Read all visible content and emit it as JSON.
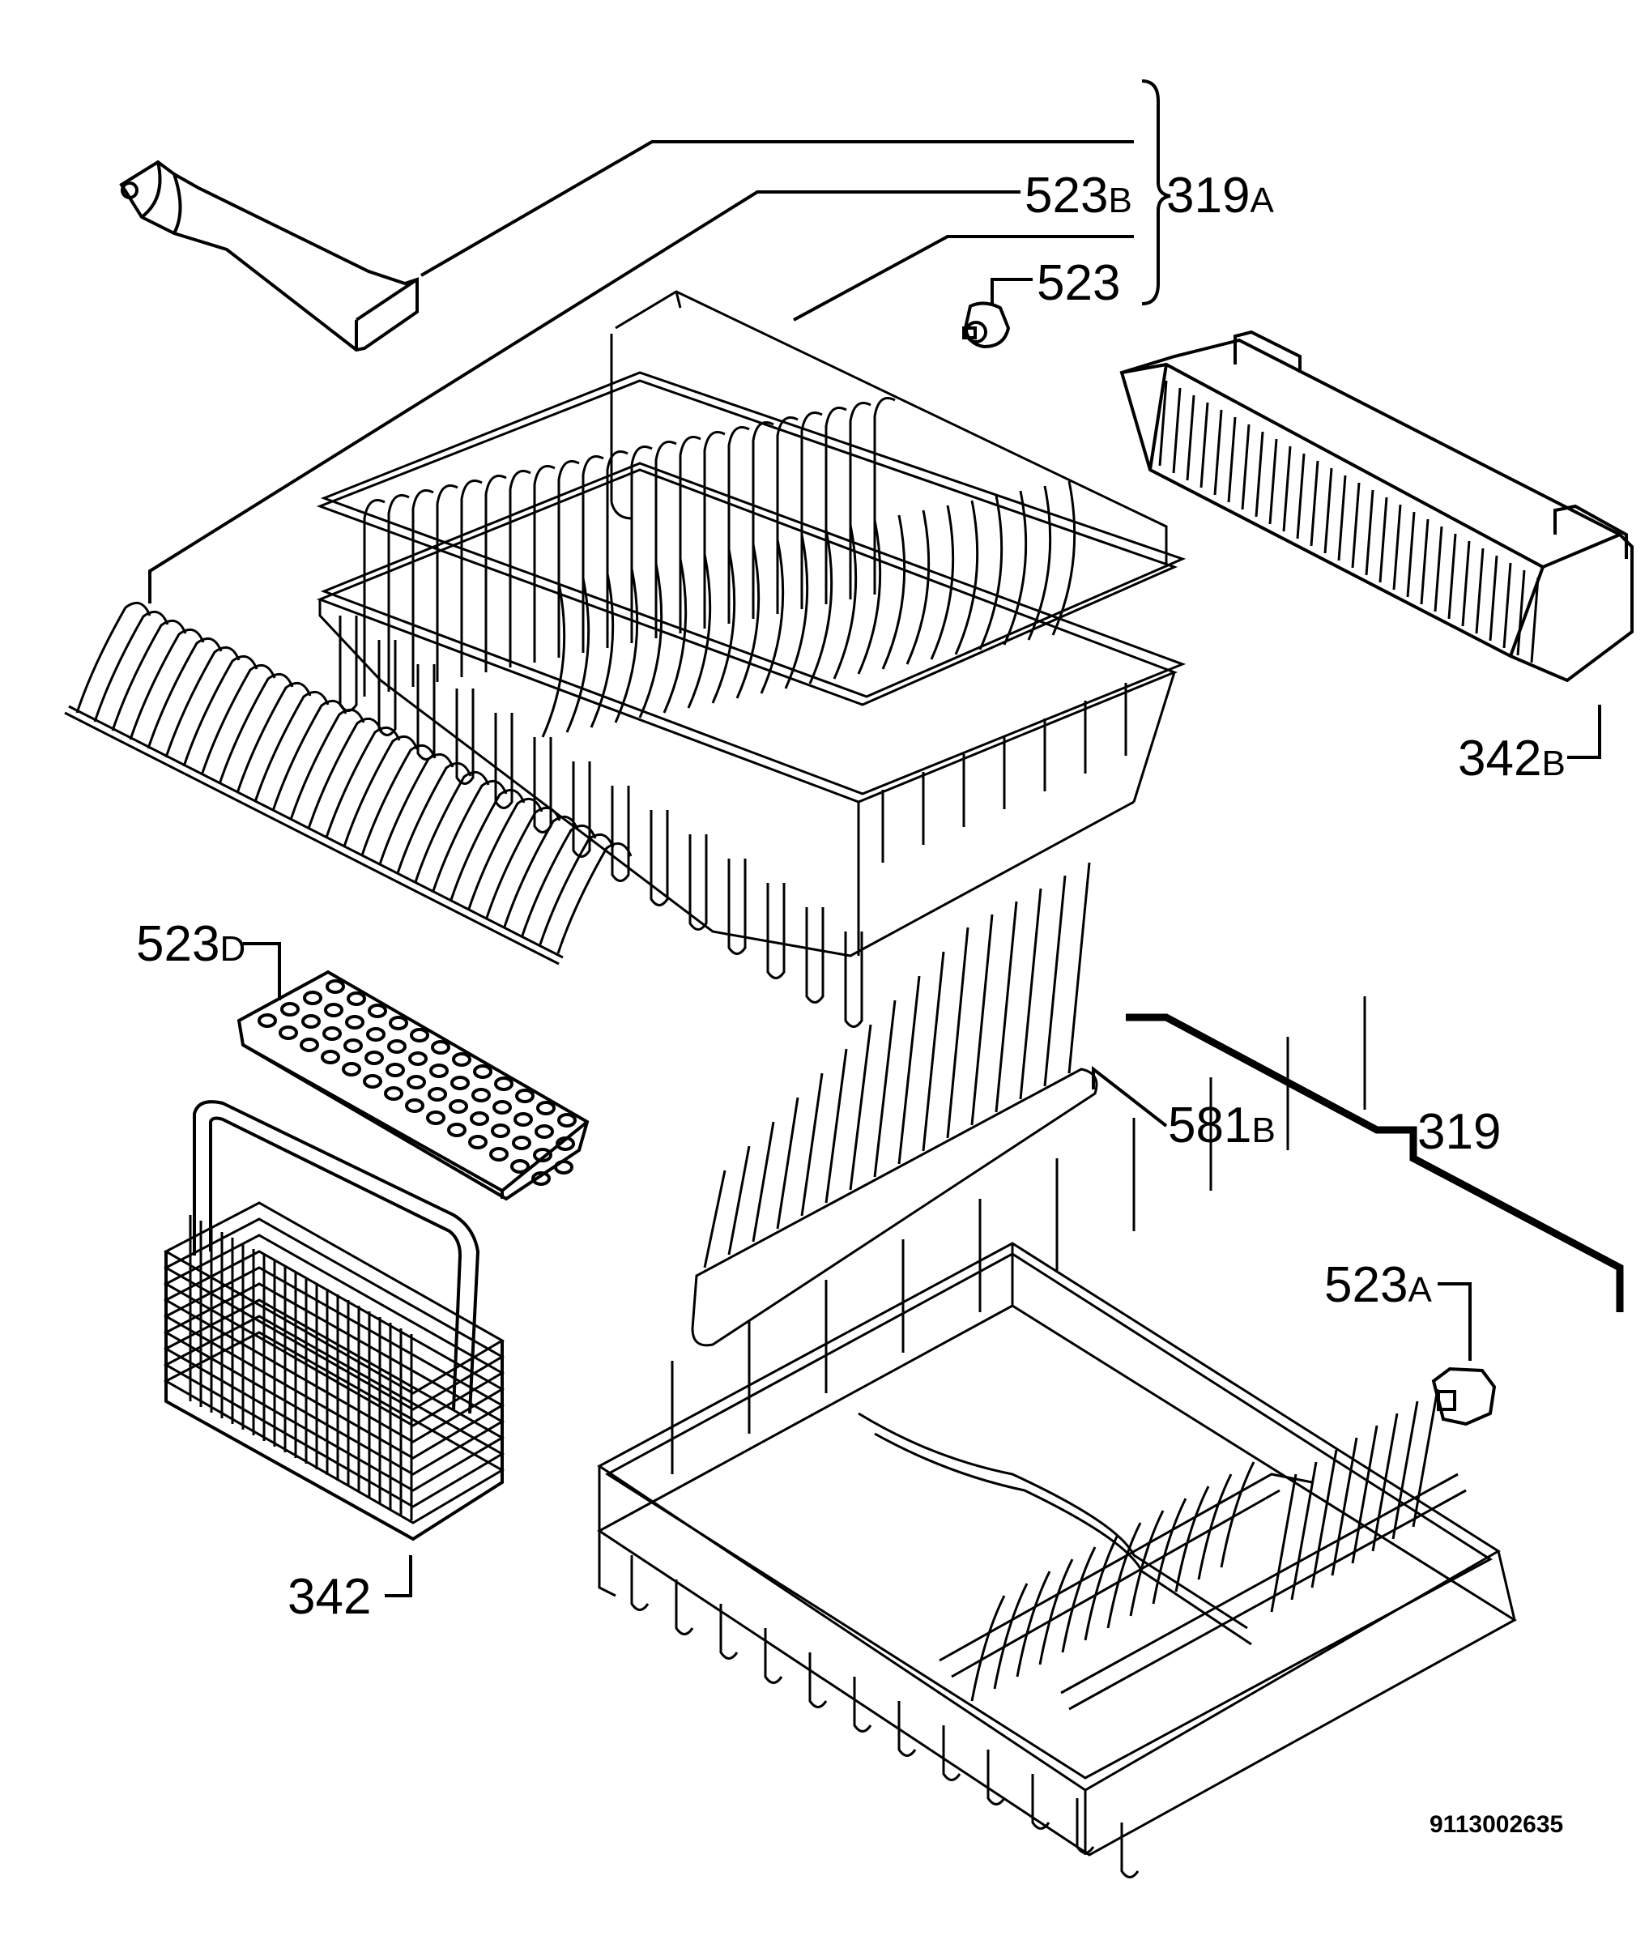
{
  "labels": {
    "p319a": {
      "main": "319",
      "suffix": "A"
    },
    "p523b": {
      "main": "523",
      "suffix": "B"
    },
    "p523": {
      "main": "523",
      "suffix": ""
    },
    "p342b": {
      "main": "342",
      "suffix": "B"
    },
    "p523d": {
      "main": "523",
      "suffix": "D"
    },
    "p581b": {
      "main": "581",
      "suffix": "B"
    },
    "p319": {
      "main": "319",
      "suffix": ""
    },
    "p523a": {
      "main": "523",
      "suffix": "A"
    },
    "p342": {
      "main": "342",
      "suffix": ""
    }
  },
  "document_number": "9113002635"
}
